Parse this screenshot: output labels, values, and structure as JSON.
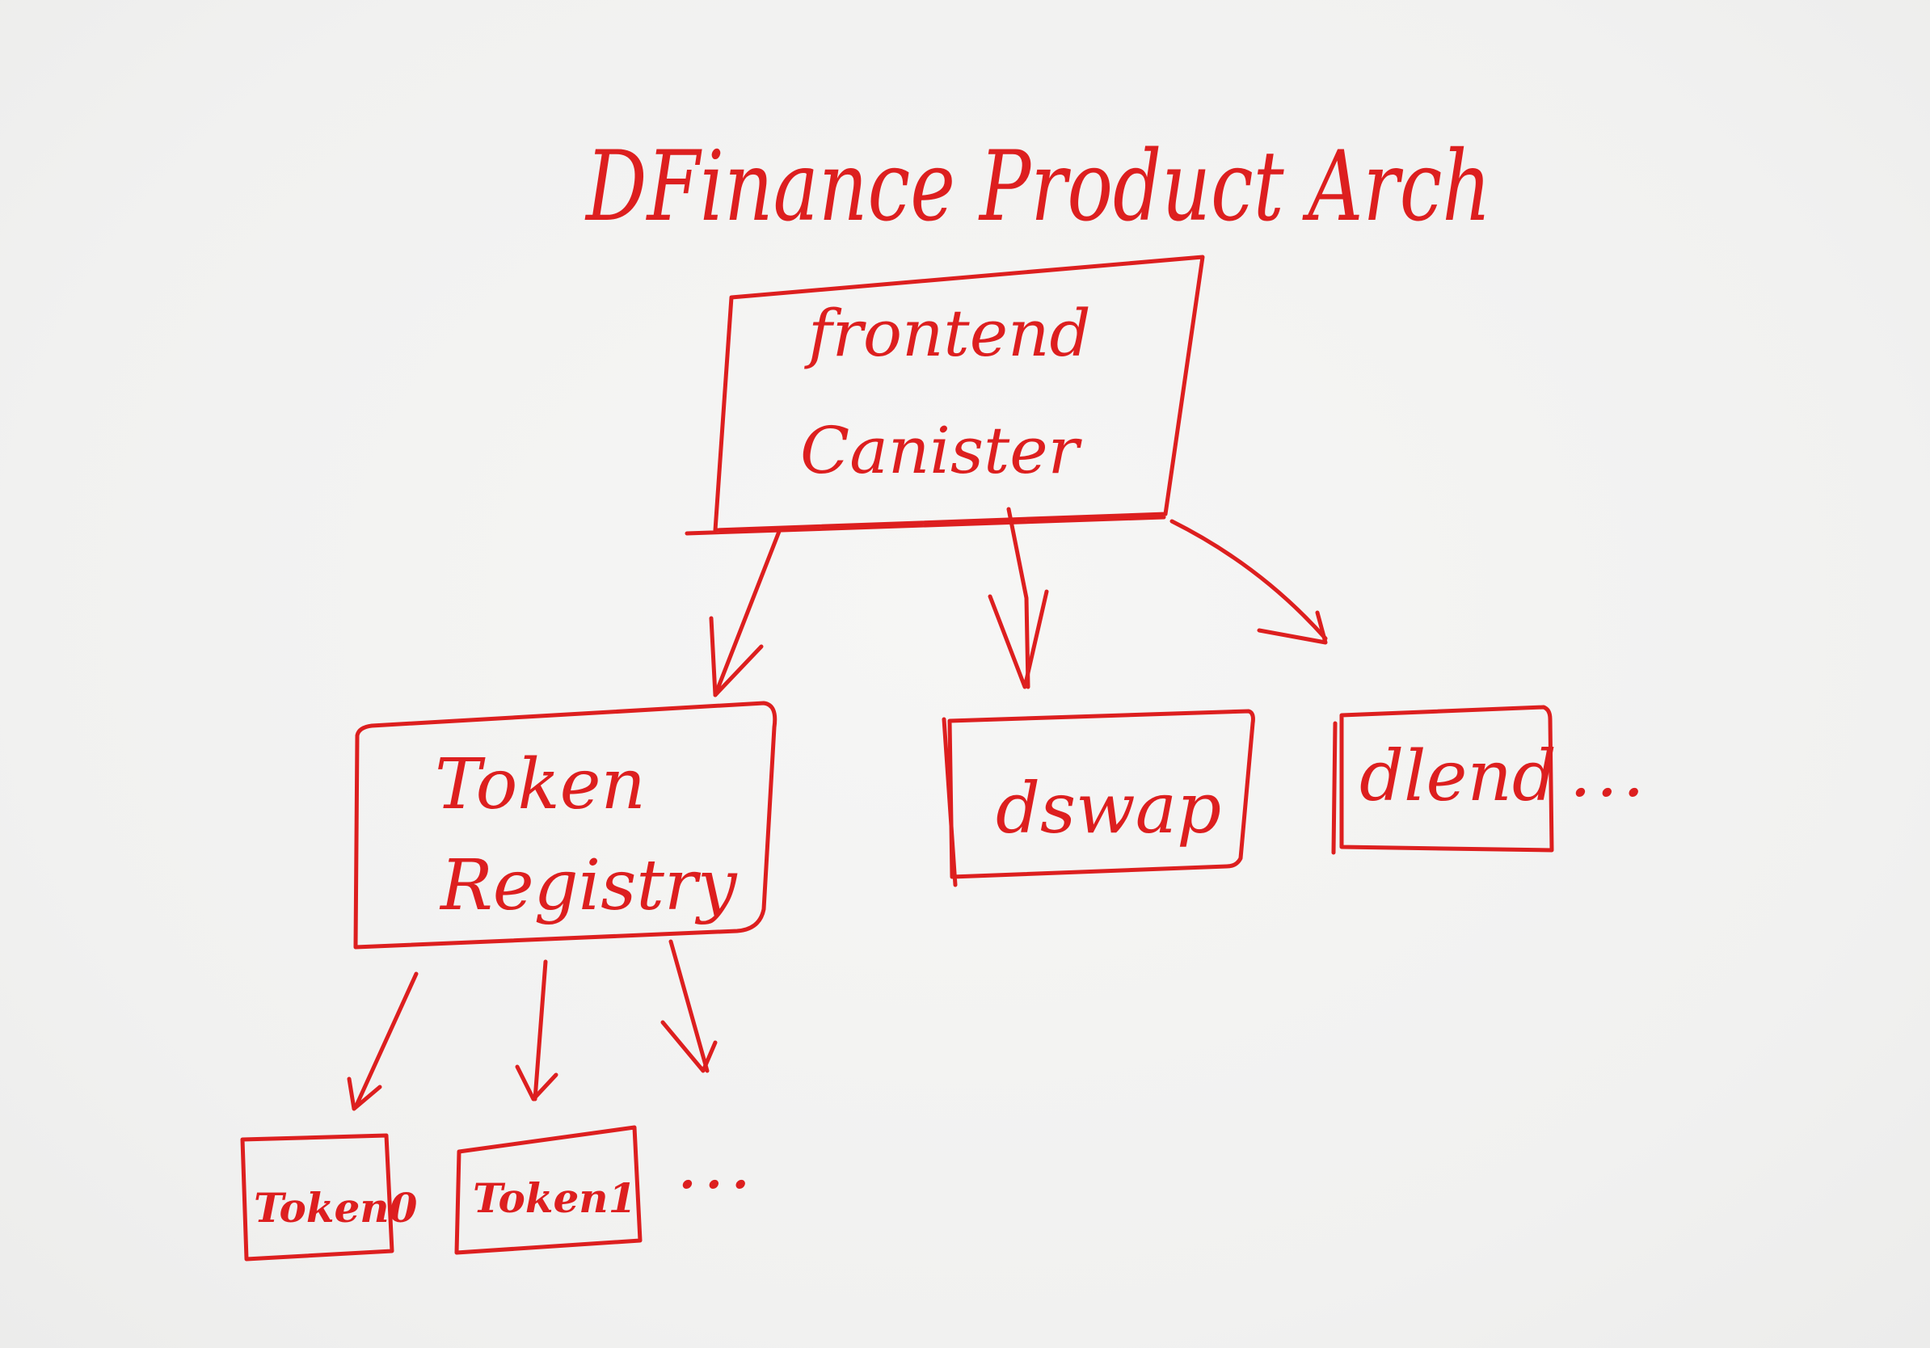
{
  "title": "DFinance Product Arch",
  "nodes": {
    "frontend": {
      "line1": "frontend",
      "line2": "Canister"
    },
    "registry": {
      "line1": "Token",
      "line2": "Registry"
    },
    "dswap": {
      "label": "dswap"
    },
    "dlend": {
      "label": "dlend"
    },
    "token0": {
      "label": "Token0"
    },
    "token1": {
      "label": "Token1"
    }
  },
  "ellipsis_services": "...",
  "ellipsis_tokens": "...",
  "ink_color": "#dd1f1f"
}
